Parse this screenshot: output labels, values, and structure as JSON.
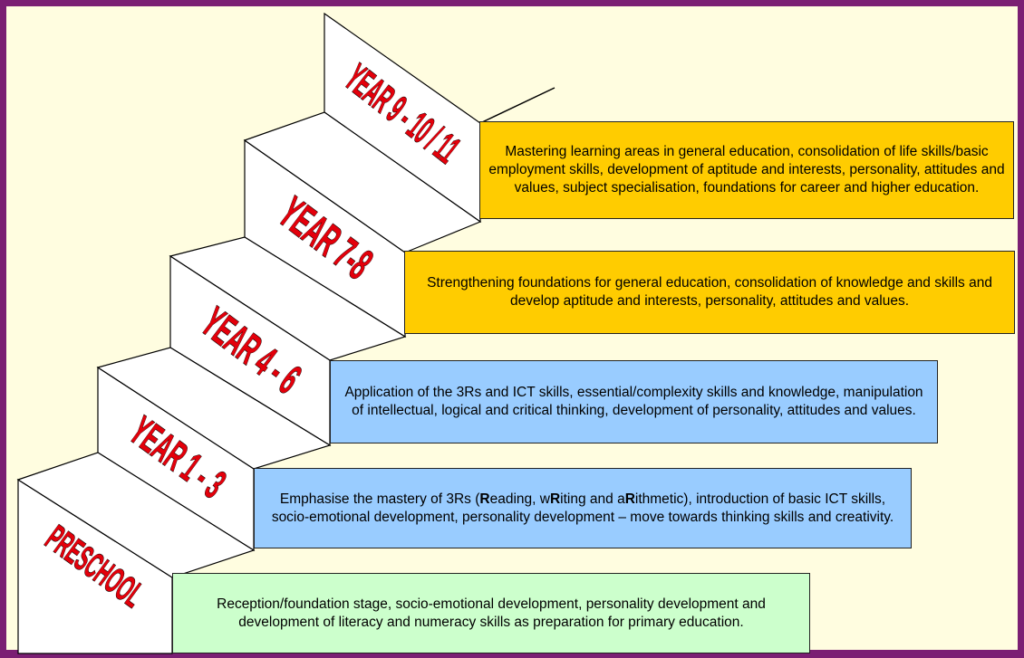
{
  "stages": [
    {
      "label": "PRESCHOOL",
      "description_parts": [
        {
          "t": "Reception/foundation stage, socio-emotional development, personality development and development of literacy and numeracy skills as preparation for primary education.",
          "b": false
        }
      ],
      "color": "#ccffcc"
    },
    {
      "label": "YEAR 1 - 3",
      "description_parts": [
        {
          "t": "Emphasise the mastery of 3Rs (",
          "b": false
        },
        {
          "t": "R",
          "b": true
        },
        {
          "t": "eading, w",
          "b": false
        },
        {
          "t": "R",
          "b": true
        },
        {
          "t": "iting and a",
          "b": false
        },
        {
          "t": "R",
          "b": true
        },
        {
          "t": "ithmetic), introduction of basic ICT skills, socio-emotional development, personality development – move towards thinking skills and creativity.",
          "b": false
        }
      ],
      "color": "#99ccff"
    },
    {
      "label": "YEAR 4 - 6",
      "description_parts": [
        {
          "t": "Application of the 3Rs and ICT skills, essential/complexity skills and knowledge, manipulation of intellectual, logical and critical thinking, development of personality, attitudes and values.",
          "b": false
        }
      ],
      "color": "#99ccff"
    },
    {
      "label": "YEAR 7-8",
      "description_parts": [
        {
          "t": "Strengthening foundations for general education, consolidation of knowledge and skills and develop aptitude and interests, personality, attitudes and values.",
          "b": false
        }
      ],
      "color": "#ffcc00"
    },
    {
      "label": "YEAR 9 - 10 / 11",
      "description_parts": [
        {
          "t": "Mastering learning areas in general education, consolidation of life skills/basic employment skills, development of aptitude and interests, personality, attitudes and values, subject specialisation, foundations for career and higher education.",
          "b": false
        }
      ],
      "color": "#ffcc00"
    }
  ],
  "colors": {
    "frame": "#7b1f73",
    "background": "#fffde0",
    "label_fill": "#e3000b"
  }
}
